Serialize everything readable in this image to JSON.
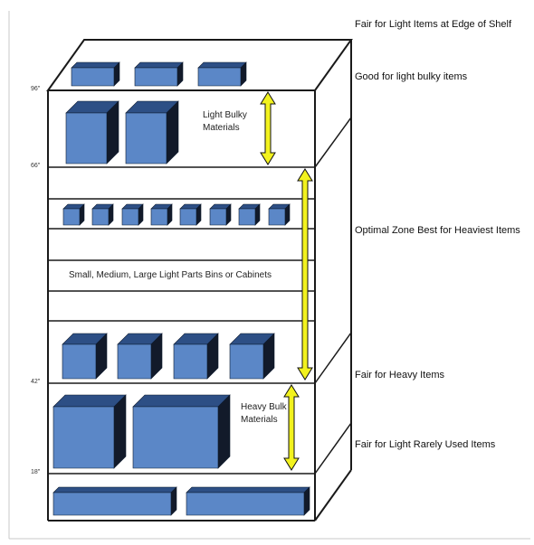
{
  "zone_labels": {
    "edge": "Fair for Light Items at Edge of Shelf",
    "light_bulky": "Good for light bulky items",
    "optimal": "Optimal Zone Best for Heaviest Items",
    "fair_heavy": "Fair for Heavy Items",
    "rarely_used": "Fair for Light Rarely Used Items"
  },
  "heights": {
    "h96": "96\"",
    "h66": "66\"",
    "h42": "42\"",
    "h18": "18\""
  },
  "inner_labels": {
    "light_bulky_line1": "Light Bulky",
    "light_bulky_line2": "Materials",
    "bins": "Small, Medium, Large Light Parts Bins or Cabinets",
    "heavy_bulk_line1": "Heavy Bulk",
    "heavy_bulk_line2": "Materials"
  },
  "colors": {
    "box_front": "#5b87c7",
    "box_top": "#2d4f85",
    "box_side": "#121a2a",
    "arrow": "#f2f21e",
    "outline": "#1a1a1a"
  }
}
